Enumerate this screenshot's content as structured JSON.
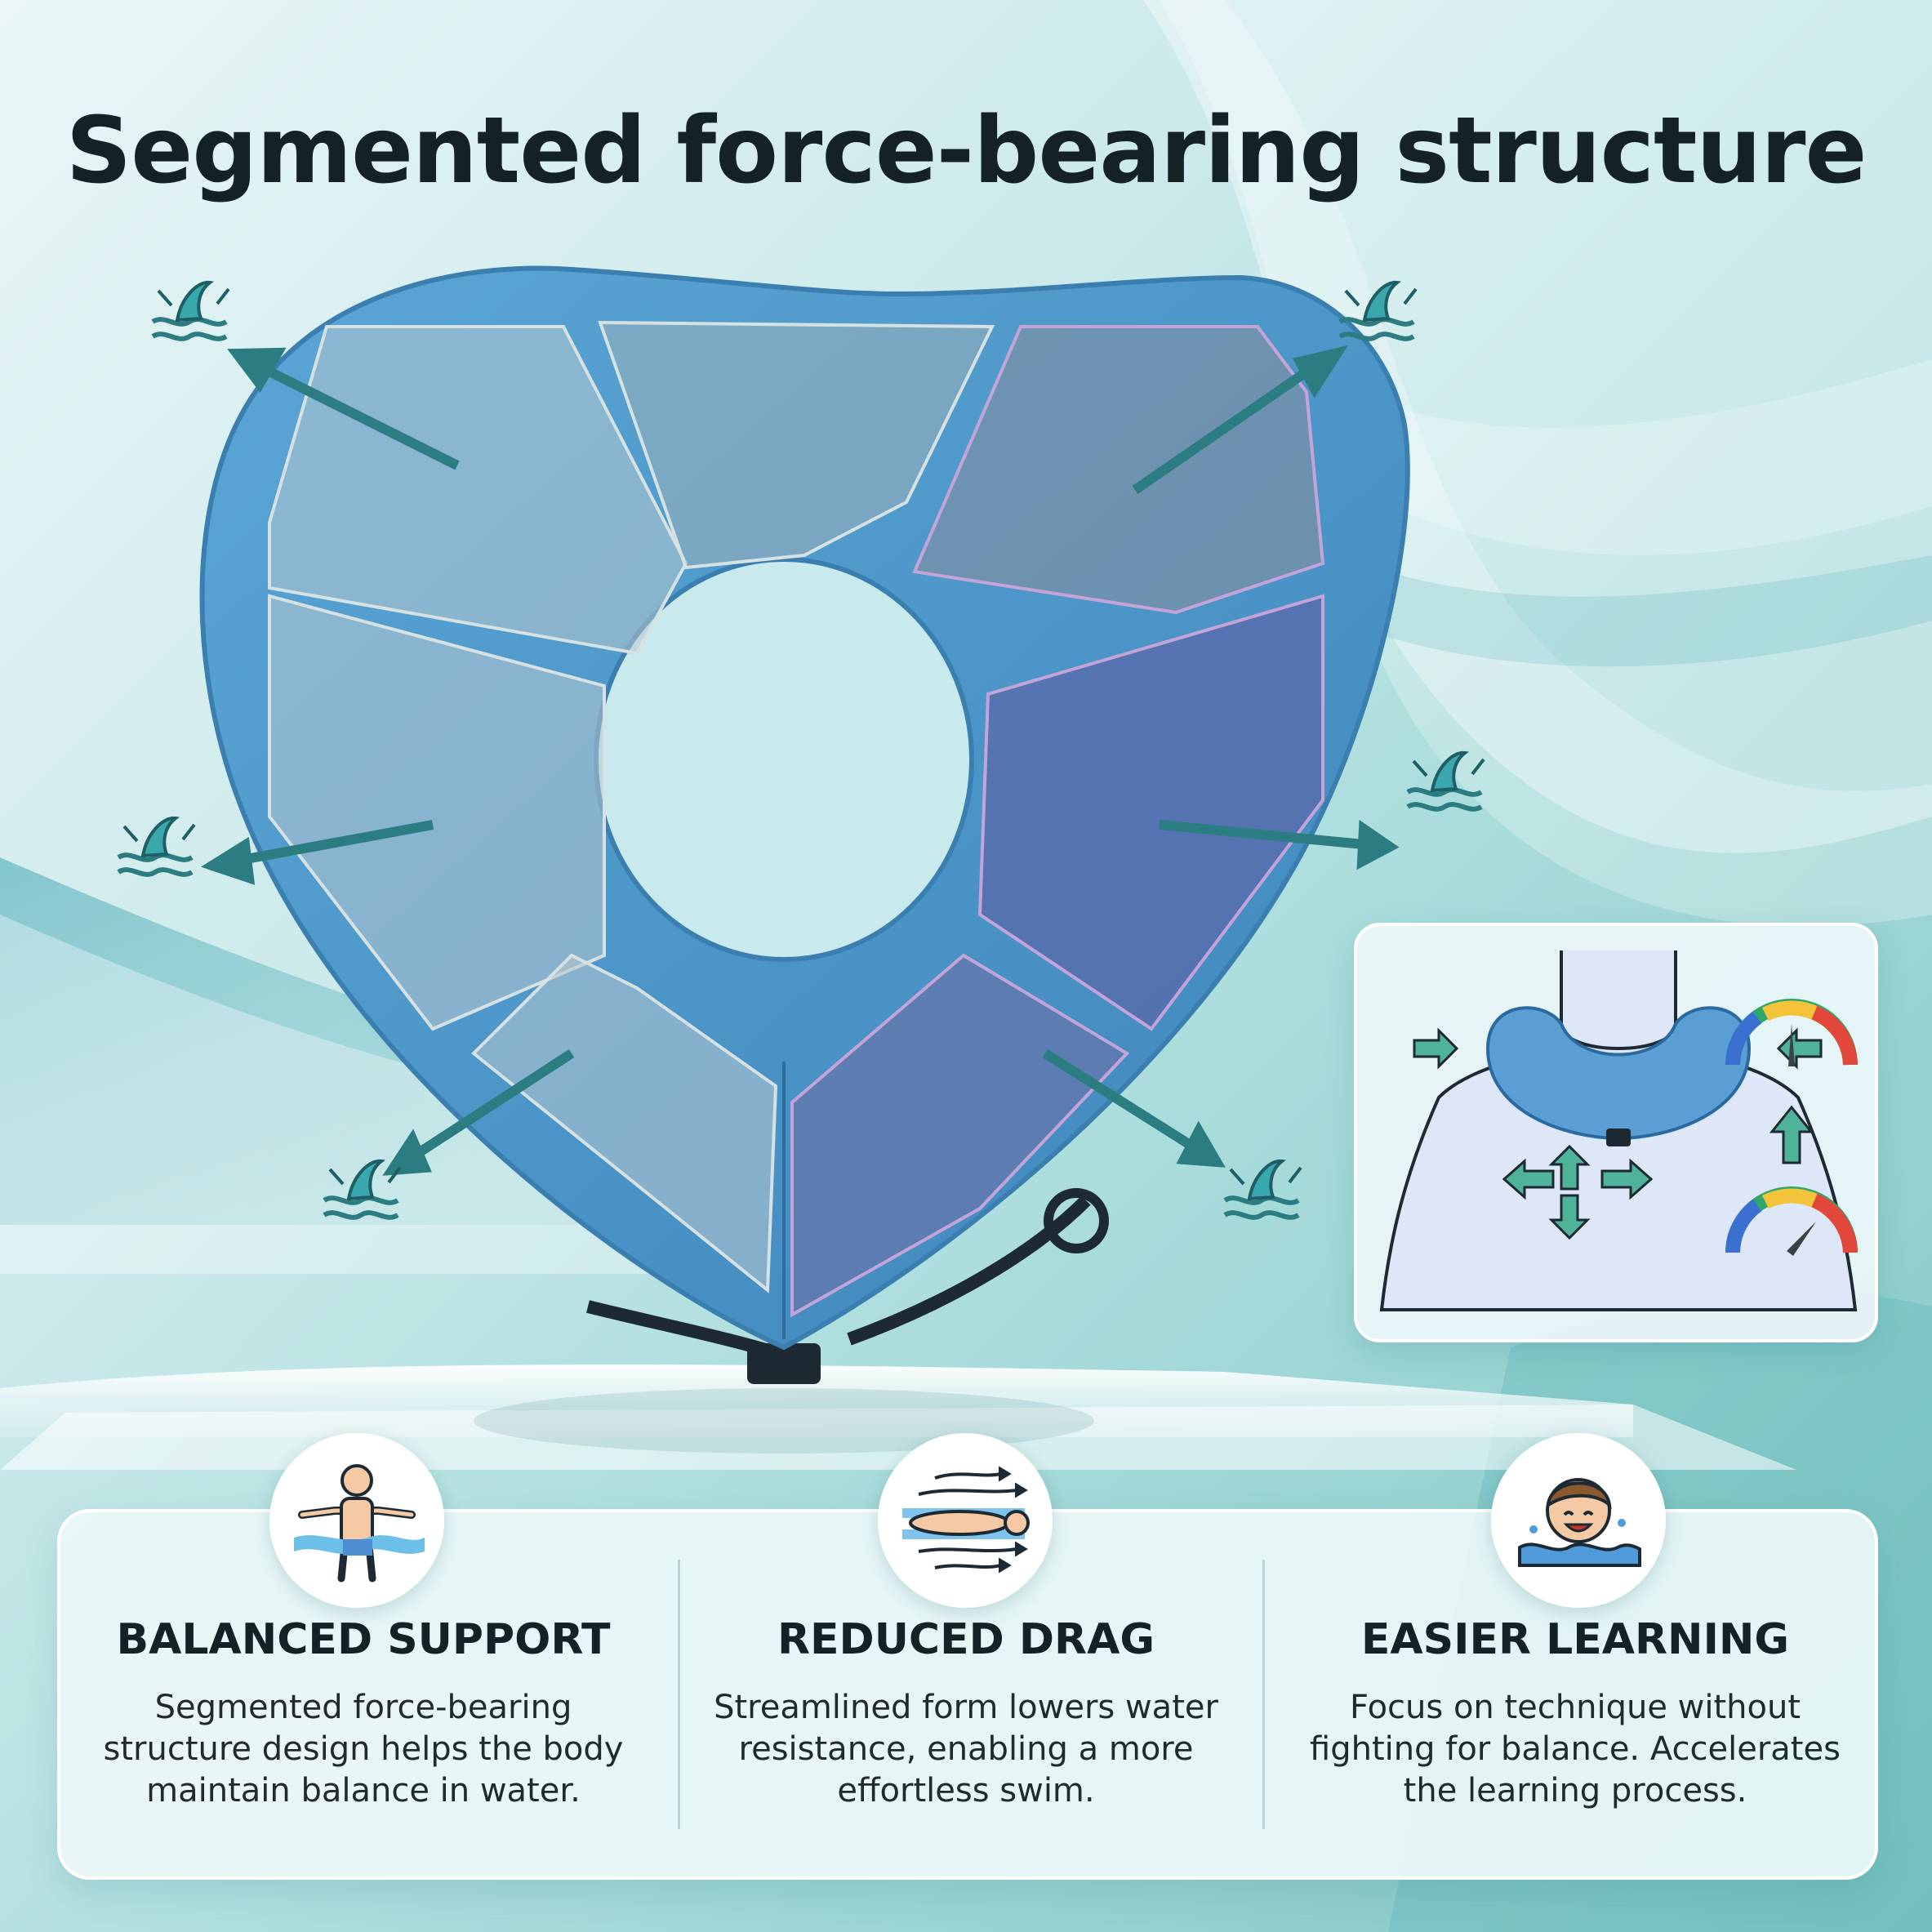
{
  "title": "Segmented force-bearing structure",
  "features": [
    {
      "icon": "balanced-swimmer-icon",
      "title": "BALANCED SUPPORT",
      "description": "Segmented force-bearing structure design helps the body maintain balance in water."
    },
    {
      "icon": "streamlined-swimmer-icon",
      "title": "REDUCED DRAG",
      "description": "Streamlined form lowers water resistance, enabling a more effortless swim."
    },
    {
      "icon": "happy-child-swimmer-icon",
      "title": "EASIER LEARNING",
      "description": "Focus on technique without fighting for balance. Accelerates the learning process."
    }
  ],
  "colors": {
    "accent_teal": "#2b7d82",
    "float_blue": "#4f93c4",
    "title_text": "#142225"
  }
}
